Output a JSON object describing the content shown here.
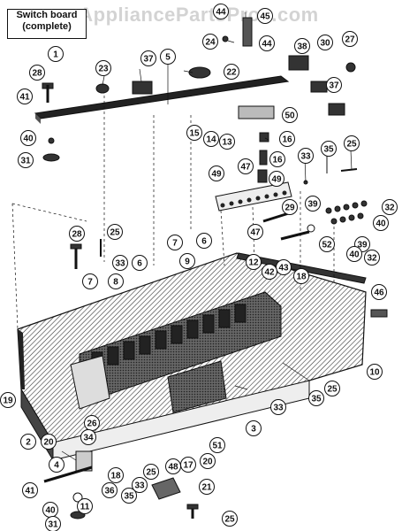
{
  "diagram": {
    "title_line1": "Switch board",
    "title_line2": "(complete)",
    "watermark": "AppliancePartsPros.com",
    "callouts": [
      {
        "label": "1"
      },
      {
        "label": "44"
      },
      {
        "label": "45"
      },
      {
        "label": "24"
      },
      {
        "label": "44"
      },
      {
        "label": "28"
      },
      {
        "label": "23"
      },
      {
        "label": "37"
      },
      {
        "label": "5"
      },
      {
        "label": "22"
      },
      {
        "label": "38"
      },
      {
        "label": "30"
      },
      {
        "label": "27"
      },
      {
        "label": "41"
      },
      {
        "label": "37"
      },
      {
        "label": "50"
      },
      {
        "label": "40"
      },
      {
        "label": "31"
      },
      {
        "label": "15"
      },
      {
        "label": "14"
      },
      {
        "label": "13"
      },
      {
        "label": "16"
      },
      {
        "label": "16"
      },
      {
        "label": "33"
      },
      {
        "label": "35"
      },
      {
        "label": "25"
      },
      {
        "label": "49"
      },
      {
        "label": "47"
      },
      {
        "label": "49"
      },
      {
        "label": "29"
      },
      {
        "label": "39"
      },
      {
        "label": "32"
      },
      {
        "label": "40"
      },
      {
        "label": "28"
      },
      {
        "label": "25"
      },
      {
        "label": "7"
      },
      {
        "label": "6"
      },
      {
        "label": "47"
      },
      {
        "label": "52"
      },
      {
        "label": "39"
      },
      {
        "label": "33"
      },
      {
        "label": "9"
      },
      {
        "label": "6"
      },
      {
        "label": "40"
      },
      {
        "label": "32"
      },
      {
        "label": "7"
      },
      {
        "label": "8"
      },
      {
        "label": "12"
      },
      {
        "label": "43"
      },
      {
        "label": "42"
      },
      {
        "label": "18"
      },
      {
        "label": "46"
      },
      {
        "label": "10"
      },
      {
        "label": "19"
      },
      {
        "label": "25"
      },
      {
        "label": "35"
      },
      {
        "label": "33"
      },
      {
        "label": "26"
      },
      {
        "label": "3"
      },
      {
        "label": "2"
      },
      {
        "label": "20"
      },
      {
        "label": "34"
      },
      {
        "label": "17"
      },
      {
        "label": "51"
      },
      {
        "label": "4"
      },
      {
        "label": "20"
      },
      {
        "label": "18"
      },
      {
        "label": "48"
      },
      {
        "label": "25"
      },
      {
        "label": "33"
      },
      {
        "label": "41"
      },
      {
        "label": "36"
      },
      {
        "label": "35"
      },
      {
        "label": "11"
      },
      {
        "label": "21"
      },
      {
        "label": "40"
      },
      {
        "label": "31"
      },
      {
        "label": "25"
      }
    ]
  }
}
